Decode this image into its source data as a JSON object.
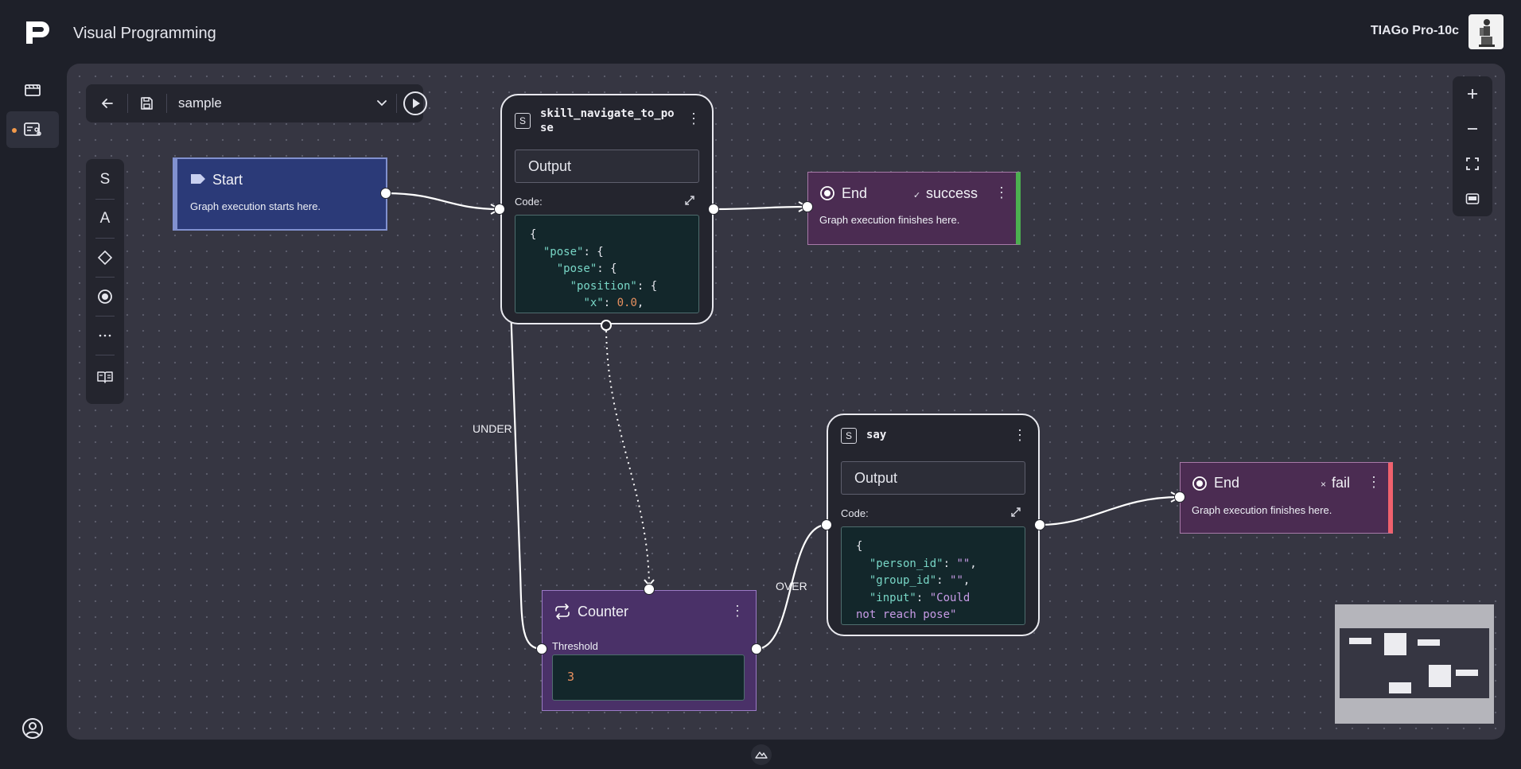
{
  "app": {
    "title": "Visual Programming",
    "robot_name": "TIAGo Pro-10c"
  },
  "toolbar": {
    "graph_name": "sample"
  },
  "palette": {
    "items": [
      "S",
      "A"
    ]
  },
  "nodes": {
    "start": {
      "title": "Start",
      "description": "Graph execution starts here."
    },
    "navigate": {
      "badge": "S",
      "title_line1": "skill_navigate_to_po",
      "title_line2": "se",
      "output_label": "Output",
      "code_label": "Code:"
    },
    "end_success": {
      "title": "End",
      "status": "success",
      "description": "Graph execution finishes here."
    },
    "say": {
      "badge": "S",
      "title": "say",
      "output_label": "Output",
      "code_label": "Code:"
    },
    "end_fail": {
      "title": "End",
      "status": "fail",
      "description": "Graph execution finishes here."
    },
    "counter": {
      "title": "Counter",
      "threshold_label": "Threshold",
      "threshold_value": "3"
    }
  },
  "code": {
    "navigate": {
      "l1": "{",
      "l2_key": "\"pose\"",
      "l2_rest": ": {",
      "l3_key": "\"pose\"",
      "l3_rest": ": {",
      "l4_key": "\"position\"",
      "l4_rest": ": {",
      "l5_key": "\"x\"",
      "l5_sep": ": ",
      "l5_val": "0.0",
      "l5_end": ","
    },
    "say": {
      "l1": "{",
      "l2_key": "\"person_id\"",
      "l2_sep": ": ",
      "l2_val": "\"\"",
      "l2_end": ",",
      "l3_key": "\"group_id\"",
      "l3_sep": ": ",
      "l3_val": "\"\"",
      "l3_end": ",",
      "l4_key": "\"input\"",
      "l4_sep": ": ",
      "l4_val": "\"Could",
      "l5_val": "not reach pose",
      "l5_end": "\""
    }
  },
  "edges": {
    "under_label": "UNDER",
    "over_label": "OVER"
  },
  "colors": {
    "background": "#1e2029",
    "canvas": "#363642",
    "start_node": "#2b3a78",
    "end_node": "#4b2c52",
    "counter_node": "#4a3168",
    "success": "#4caf50",
    "fail": "#f0616d",
    "code_bg": "#13272b",
    "accent_dot": "#f2994a"
  },
  "icons": [
    "logo-icon",
    "film-icon",
    "graph-editor-icon",
    "user-circle-icon",
    "back-arrow-icon",
    "save-icon",
    "chevron-down-icon",
    "play-icon",
    "diamond-icon",
    "circle-dot-icon",
    "more-icon",
    "book-icon",
    "zoom-in-icon",
    "zoom-out-icon",
    "fit-view-icon",
    "minimap-toggle-icon",
    "tag-icon",
    "target-icon",
    "loop-icon",
    "expand-icon",
    "kebab-icon"
  ]
}
